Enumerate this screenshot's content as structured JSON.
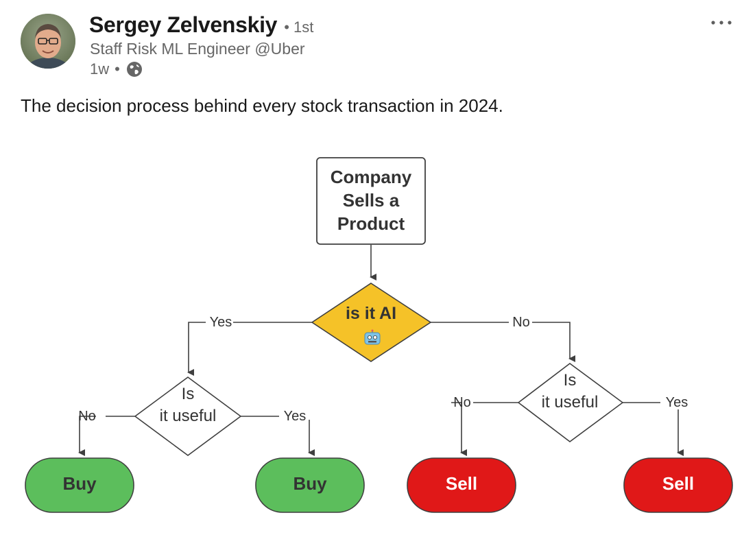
{
  "post": {
    "author_name": "Sergey Zelvenskiy",
    "connection_degree": "1st",
    "separator": "•",
    "headline": "Staff Risk ML Engineer @Uber",
    "age": "1w",
    "visibility_icon": "globe-icon",
    "more_icon": "ellipsis-icon",
    "text": "The decision process behind every stock transaction in 2024."
  },
  "flowchart": {
    "start": {
      "lines": [
        "Company",
        "Sells a",
        "Product"
      ]
    },
    "root_question": {
      "label": "is it AI",
      "emoji_icon": "robot-icon"
    },
    "left_question": {
      "lines": [
        "Is",
        "it useful"
      ]
    },
    "right_question": {
      "lines": [
        "Is",
        "it useful"
      ]
    },
    "edge_labels": {
      "root_yes": "Yes",
      "root_no": "No",
      "left_no": "No",
      "left_yes": "Yes",
      "right_no": "No",
      "right_yes": "Yes"
    },
    "outcomes": {
      "left_no": "Buy",
      "left_yes": "Buy",
      "right_no": "Sell",
      "right_yes": "Sell"
    },
    "colors": {
      "decision_fill": "#f5c228",
      "buy_fill": "#5cbe5c",
      "sell_fill": "#e01818",
      "line": "#3f3f3f"
    }
  }
}
